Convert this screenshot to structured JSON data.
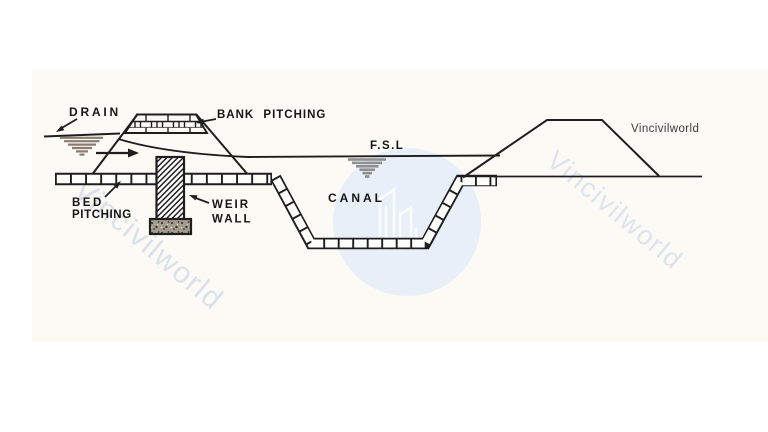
{
  "branding": {
    "site_label": "Vincivilworld",
    "watermark_left": "Vincivilworld",
    "watermark_right": "Vincivilworld"
  },
  "colors": {
    "ink": "#1e1e1e",
    "paper": "#ffffff",
    "paper_tint": "#fbfaf5",
    "watermark_circle": "#e8eff9",
    "watermark_text_left": "#dbe1eb",
    "watermark_text_right": "#dee4ee",
    "site_label_ink": "#3a3a3a",
    "drain_water_symbol": "#8a7d6e",
    "fsl_water_symbol": "#8f8f8f"
  },
  "diagram": {
    "labels": {
      "drain": "DRAIN",
      "bank_pitching": "BANK PITCHING",
      "fsl": "F.S.L",
      "canal": "CANAL",
      "bed_pitching_line1": "BED",
      "bed_pitching_line2": "PITCHING",
      "weir_wall_line1": "WEIR",
      "weir_wall_line2": "WALL"
    }
  }
}
